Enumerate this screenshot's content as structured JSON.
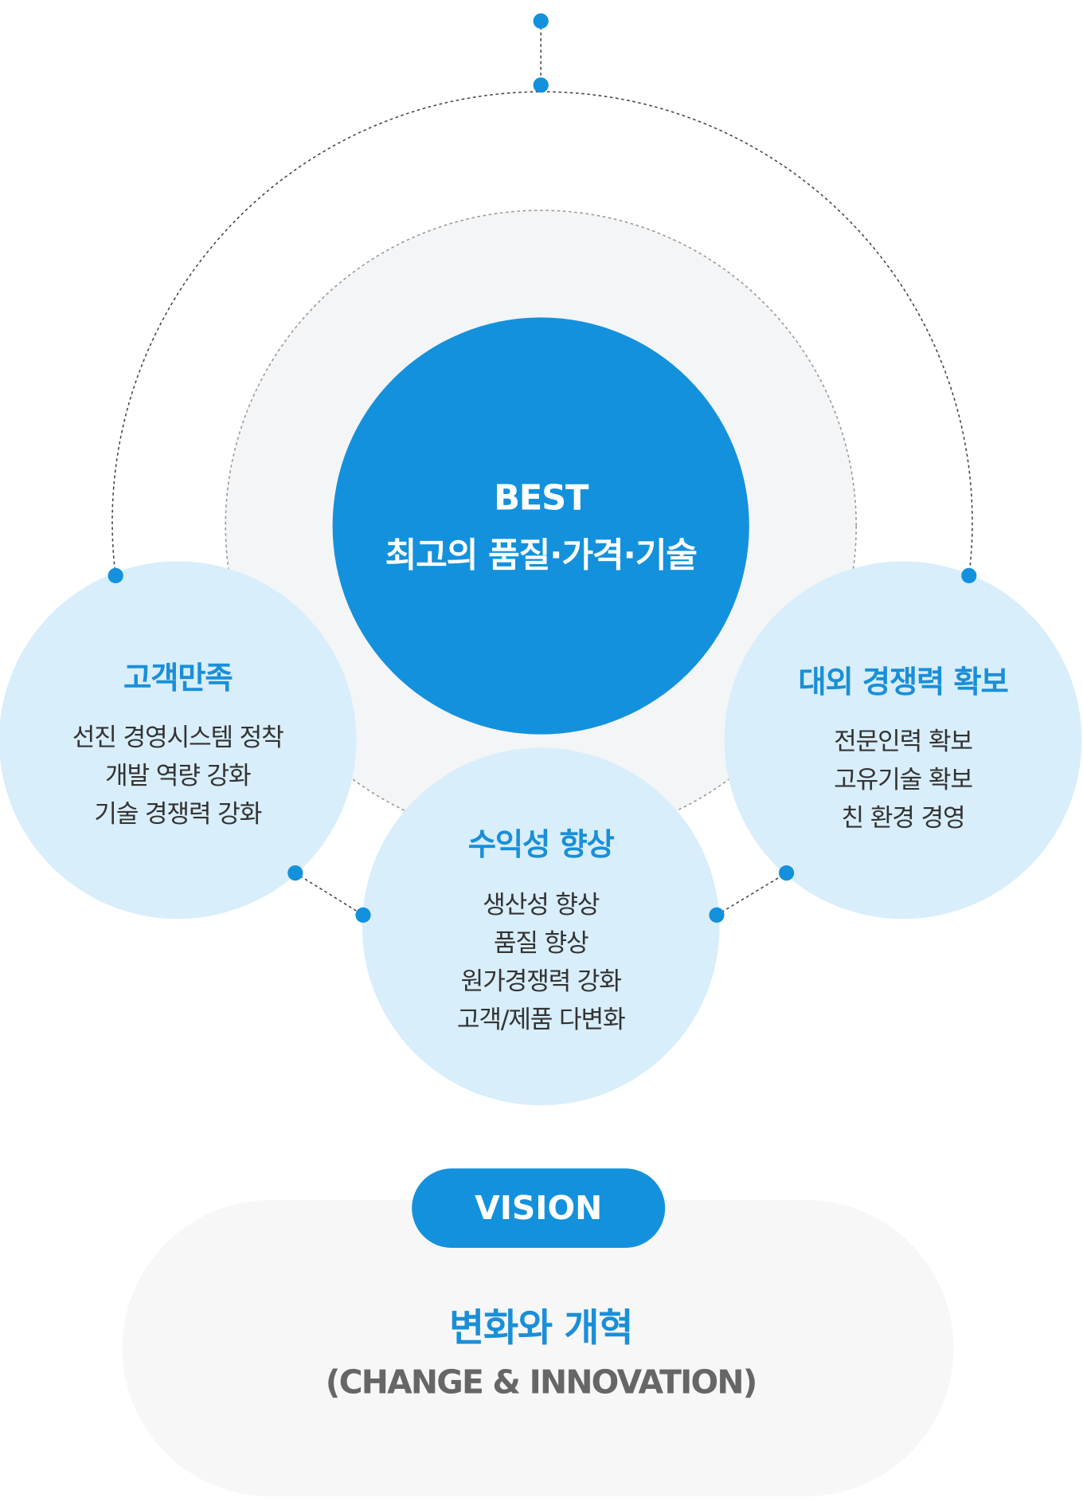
{
  "center": {
    "line1": "BEST",
    "line2": "최고의 품질·가격·기술"
  },
  "left": {
    "title": "고객만족",
    "items": [
      "선진 경영시스템 정착",
      "개발 역량 강화",
      "기술 경쟁력 강화"
    ]
  },
  "right": {
    "title": "대외 경쟁력 확보",
    "items": [
      "전문인력 확보",
      "고유기술 확보",
      "친 환경 경영"
    ]
  },
  "bottom": {
    "title": "수익성 향상",
    "items": [
      "생산성 향상",
      "품질 향상",
      "원가경쟁력 강화",
      "고객/제품 다변화"
    ]
  },
  "vision": {
    "label": "VISION",
    "title": "변화와 개혁",
    "subtitle": "(CHANGE & INNOVATION)"
  },
  "colors": {
    "primary": "#1391dc",
    "light": "#d8eefa",
    "title": "#1a8fd8"
  }
}
